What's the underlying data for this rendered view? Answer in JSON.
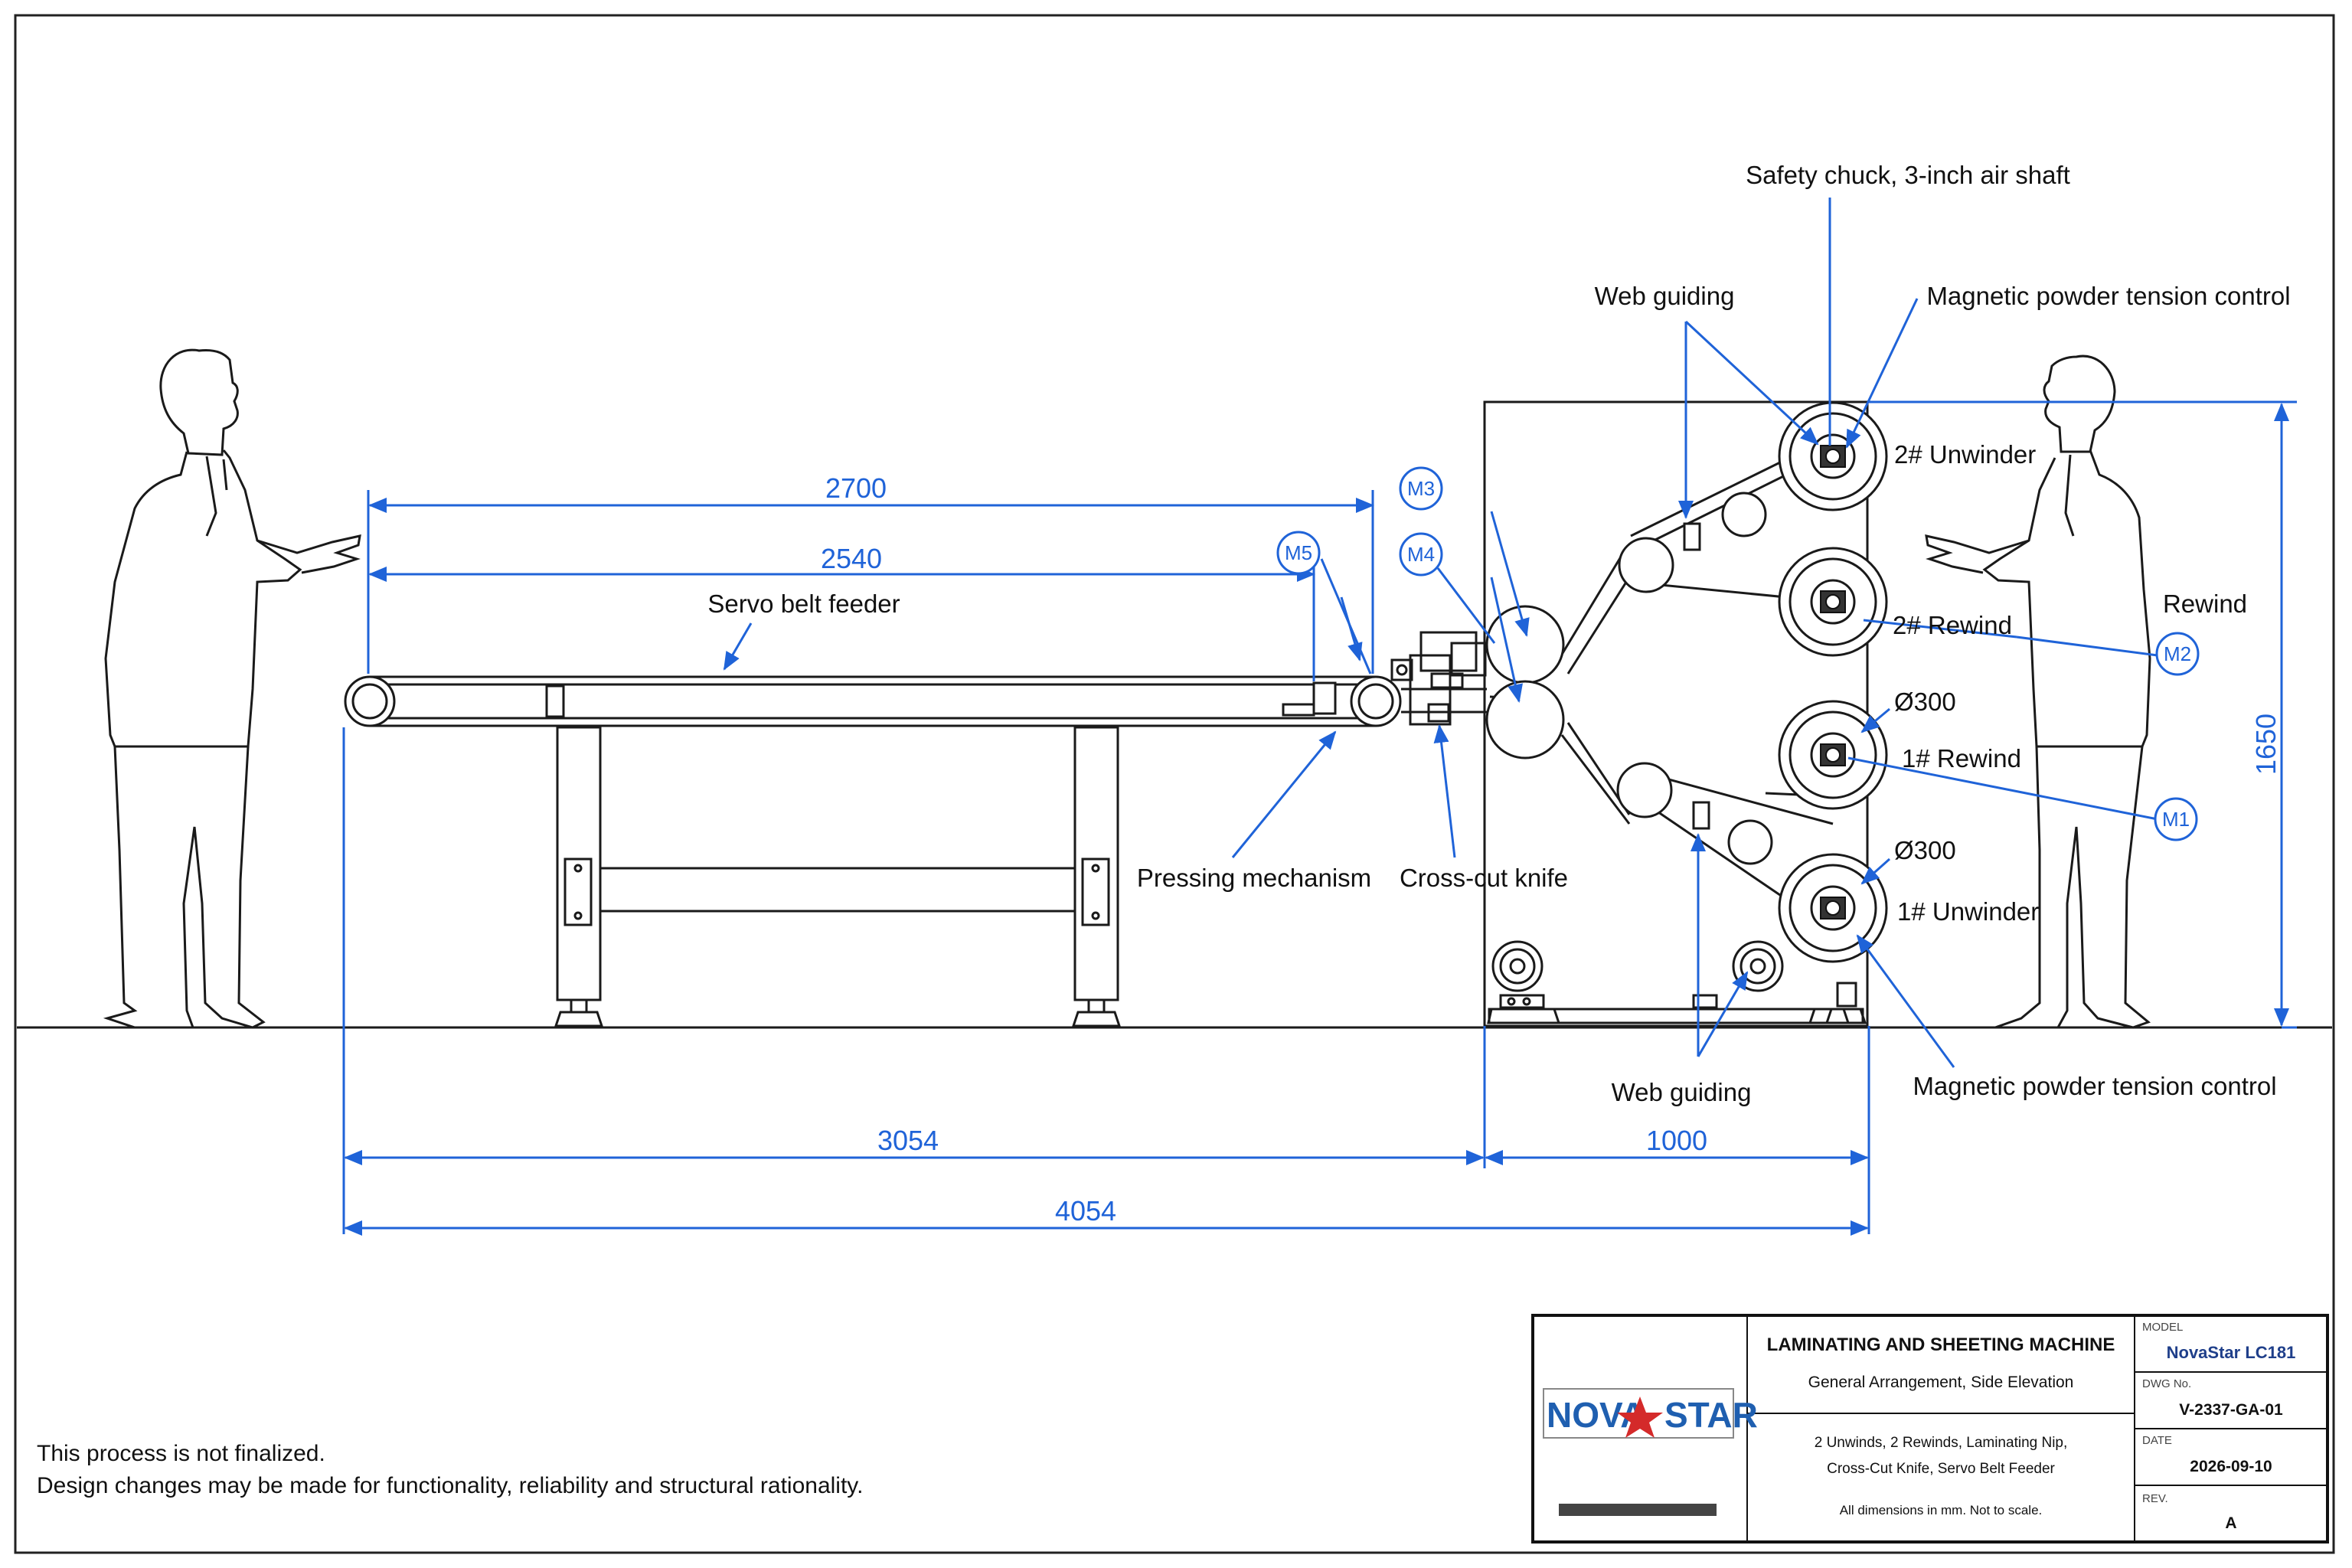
{
  "labels": {
    "safety_chuck": "Safety chuck, 3-inch air shaft",
    "web_guiding_top": "Web guiding",
    "mag_tension_top": "Magnetic powder tension control",
    "unwinder_2": "2# Unwinder",
    "rewind_2": "2# Rewind",
    "rewind_1": "1# Rewind",
    "unwinder_1": "1# Unwinder",
    "dia_upper": "Ø300",
    "dia_lower": "Ø300",
    "rewind": "Rewind",
    "servo_belt_feeder": "Servo belt feeder",
    "pressing_mechanism": "Pressing mechanism",
    "cross_cut_knife": "Cross-cut knife",
    "web_guiding_bottom": "Web guiding",
    "mag_tension_bottom": "Magnetic powder tension control"
  },
  "motors": {
    "m1": "M1",
    "m2": "M2",
    "m3": "M3",
    "m4": "M4",
    "m5": "M5"
  },
  "dimensions": {
    "feeder_overall": "2700",
    "feeder_belt": "2540",
    "feeder_span": "3054",
    "machine_depth": "1000",
    "total_length": "4054",
    "machine_height": "1650"
  },
  "note": {
    "line1": "This process is not finalized.",
    "line2": "Design changes may be made for functionality, reliability and structural rationality."
  },
  "title_block": {
    "logo_left": "NOVA",
    "logo_right": "STAR",
    "title": "LAMINATING AND SHEETING MACHINE",
    "subtitle": "General Arrangement, Side Elevation",
    "desc1": "2 Unwinds, 2 Rewinds, Laminating Nip,",
    "desc2": "Cross-Cut Knife, Servo Belt Feeder",
    "desc3": "All dimensions in mm. Not to scale.",
    "model_label": "MODEL",
    "model_value": "NovaStar LC181",
    "dwg_label": "DWG No.",
    "dwg_value": "V-2337-GA-01",
    "date_label": "DATE",
    "date_value": "2026-09-10",
    "rev_label": "REV.",
    "rev_value": "A"
  },
  "colors": {
    "dimension_blue": "#1f63d8",
    "line_black": "#1a1a1a",
    "logo_blue": "#1f5fb0",
    "logo_red": "#d42a2a"
  }
}
